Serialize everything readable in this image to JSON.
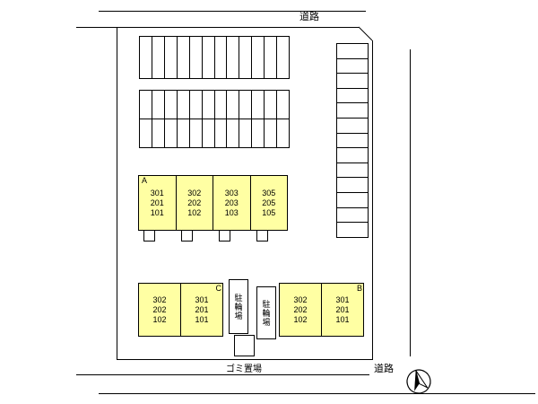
{
  "labels": {
    "road_top": "道路",
    "road_bottom": "道路",
    "garbage": "ゴミ置場"
  },
  "bike_parkings": [
    {
      "label": "駐輪場"
    },
    {
      "label": "駐輪場"
    }
  ],
  "buildings": {
    "a": {
      "letter": "A",
      "units": [
        [
          "301",
          "201",
          "101"
        ],
        [
          "302",
          "202",
          "102"
        ],
        [
          "303",
          "203",
          "103"
        ],
        [
          "305",
          "205",
          "105"
        ]
      ]
    },
    "c": {
      "letter": "C",
      "units": [
        [
          "302",
          "202",
          "102"
        ],
        [
          "301",
          "201",
          "101"
        ]
      ]
    },
    "b": {
      "letter": "B",
      "units": [
        [
          "302",
          "202",
          "102"
        ],
        [
          "301",
          "201",
          "101"
        ]
      ]
    }
  },
  "parking": {
    "top_row_stalls": 12,
    "double_row_cols": 12,
    "double_row_rows": 2,
    "right_column_stalls": 13
  },
  "colors": {
    "building_fill": "#ffffa3",
    "line": "#000000"
  }
}
